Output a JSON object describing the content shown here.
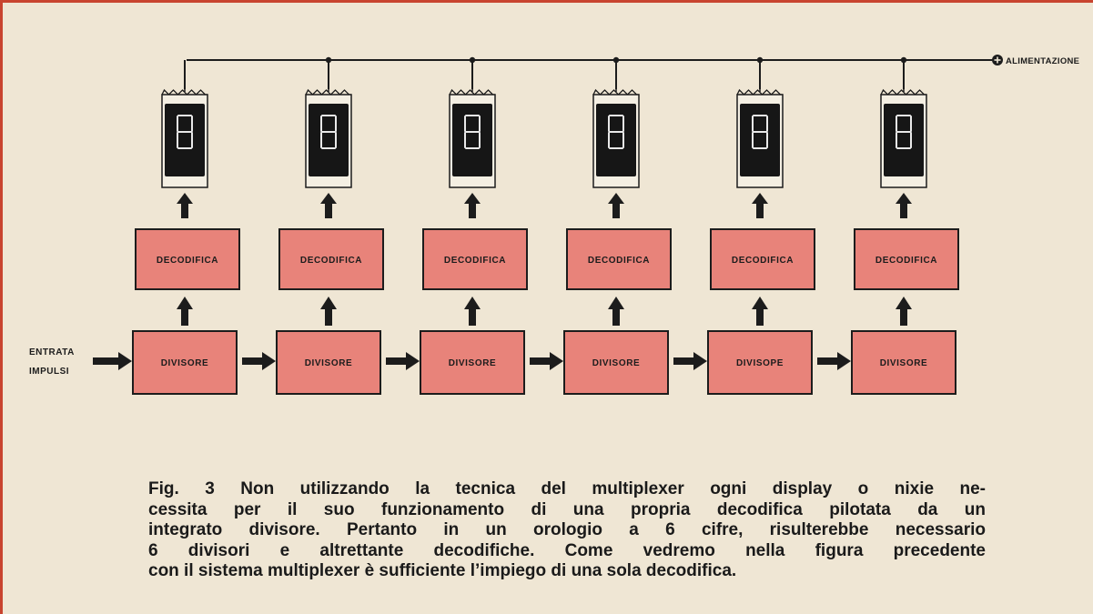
{
  "power_label": "ALIMENTAZIONE",
  "input_label_line1": "ENTRATA",
  "input_label_line2": "IMPULSI",
  "stages": [
    {
      "display_digit": "8",
      "decoder_label": "DECODIFICA",
      "divider_label": "DIVISORE"
    },
    {
      "display_digit": "8",
      "decoder_label": "DECODIFICA",
      "divider_label": "DIVISORE"
    },
    {
      "display_digit": "8",
      "decoder_label": "DECODIFICA",
      "divider_label": "DIVISORE"
    },
    {
      "display_digit": "8",
      "decoder_label": "DECODIFICA",
      "divider_label": "DIVISORE"
    },
    {
      "display_digit": "8",
      "decoder_label": "DECODIFICA",
      "divider_label": "DIVISOPE"
    },
    {
      "display_digit": "8",
      "decoder_label": "DECODIFICA",
      "divider_label": "DIVISORE"
    }
  ],
  "caption": {
    "lines": [
      "Fig. 3  Non utilizzando la tecnica del multiplexer ogni display o nixie ne-",
      "cessita per il suo funzionamento di una propria decodifica pilotata da un",
      "integrato divisore. Pertanto in un orologio a 6 cifre, risulterebbe necessario",
      "6 divisori e altrettante decodifiche. Come vedremo nella figura precedente",
      "con il sistema multiplexer è sufficiente l’impiego di una sola decodifica."
    ]
  },
  "colors": {
    "block_fill": "#e8837a",
    "ink": "#1c1c1c",
    "frame": "#c8442f",
    "paper": "#efe6d4"
  }
}
